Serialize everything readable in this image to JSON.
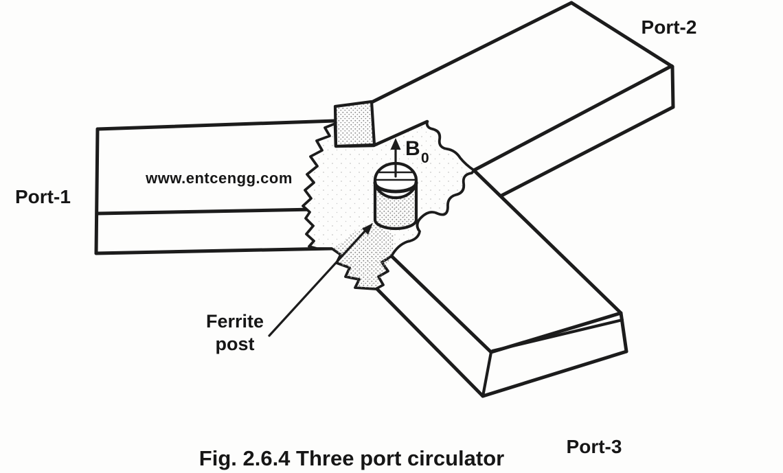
{
  "figure": {
    "caption": "Fig. 2.6.4 Three port circulator",
    "watermark": "www.entcengg.com",
    "labels": {
      "port1": "Port-1",
      "port2": "Port-2",
      "port3": "Port-3",
      "ferrite_line1": "Ferrite",
      "ferrite_line2": "post",
      "b0_symbol": "B",
      "b0_subscript": "0"
    },
    "colors": {
      "ink": "#1c1c1c",
      "paper": "#fdfdfc",
      "stipple": "#8f8f8f",
      "text": "#161616"
    }
  }
}
